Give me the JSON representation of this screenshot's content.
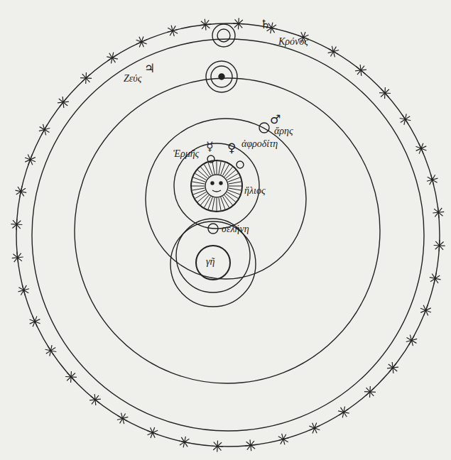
{
  "diagram": {
    "labels": [
      "♄",
      "Κρόνος",
      "♃",
      "Ζεύς",
      "♂",
      "ἄρης",
      "☿",
      "Ἑρμῆς",
      "♀",
      "ἀφροδίτη",
      "ἥλιος",
      "σελήνη",
      "γῆ"
    ]
  }
}
